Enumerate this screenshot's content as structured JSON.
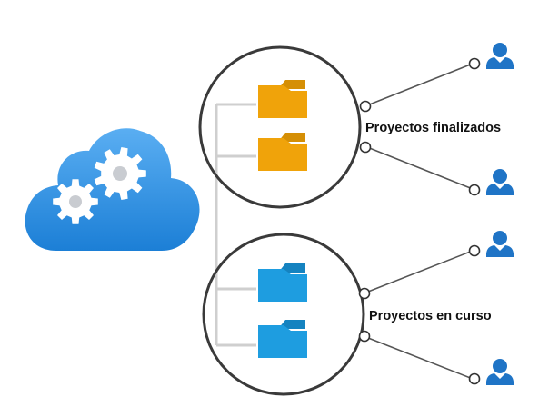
{
  "groups": [
    {
      "label": "Proyectos finalizados",
      "folder_color": "#f0a30a",
      "folder_shade": "#d58f05",
      "folder_count": 2,
      "user_count": 2
    },
    {
      "label": "Proyectos en curso",
      "folder_color": "#1e9de0",
      "folder_shade": "#1583c0",
      "folder_count": 2,
      "user_count": 2
    }
  ],
  "colors": {
    "cloud_top": "#5aaef2",
    "cloud_bottom": "#1c7fd6",
    "gear": "#ffffff",
    "gear_hub": "#c9ccd1",
    "circle_stroke": "#3a3a3a",
    "connector_line": "#555555",
    "tree_line": "#cfcfcf",
    "user": "#1f74c6"
  },
  "icons": {
    "cloud": "cloud-gears-icon",
    "folder": "folder-icon",
    "user": "user-icon"
  }
}
